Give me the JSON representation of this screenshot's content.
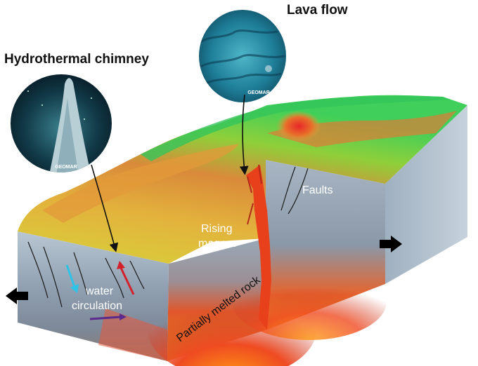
{
  "labels": {
    "hydrothermal_chimney": "Hydrothermal chimney",
    "lava_flow": "Lava flow",
    "faults": "Faults",
    "rising_magma_line1": "Rising",
    "rising_magma_line2": "magma",
    "water_circulation_line1": "water",
    "water_circulation_line2": "circulation",
    "partially_melted_rock": "Partially melted rock",
    "photo_credit_1": "GEOMAR",
    "photo_credit_2": "GEOMAR"
  },
  "icons": {
    "left_arrow": "arrow-left-icon",
    "right_arrow": "arrow-right-icon",
    "cold_water_arrow": "arrow-down-icon",
    "hot_water_arrow": "arrow-up-icon",
    "flow_arrow": "arrow-right-icon"
  },
  "colors": {
    "cold_water": "#2fc3e8",
    "hot_water": "#d4202a",
    "flow": "#5a2a8c",
    "magma": "#e8401a",
    "plate_motion": "#000000"
  }
}
